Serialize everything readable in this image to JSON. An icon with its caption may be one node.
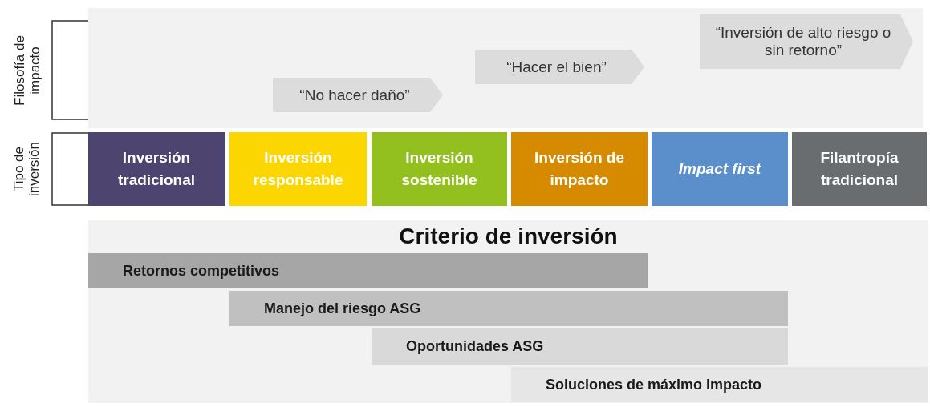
{
  "diagram": {
    "nodes": [
      {
        "text": [],
        "shape": "box"
      },
      {
        "text": [
          "“No hacer daño”"
        ],
        "in": 0
      },
      {
        "text": [
          "“Hacer el bien”"
        ],
        "in": 0
      },
      {
        "text": [
          "“Inversión de alto riesgo o sin retorno”"
        ],
        "in": 0
      },
      {
        "text": [
          "Inversión tradicional"
        ]
      },
      {
        "text": [
          "Inversión responsable"
        ]
      },
      {
        "text": [
          "Inversión sostenible"
        ]
      },
      {
        "text": [
          "Inversión de impacto"
        ]
      },
      {
        "text": [
          "Impact first"
        ]
      },
      {
        "text": [
          "Filantropía tradicional"
        ]
      },
      {
        "text": [
          "Criterio de inversión"
        ]
      },
      {
        "text": [
          "Retornos competitivos"
        ],
        "in": 10
      },
      {
        "text": [
          "Manejo del riesgo ASG"
        ],
        "in": 10
      },
      {
        "text": [
          "Oportunidades ASG"
        ],
        "in": 10
      },
      {
        "text": [
          "Soluciones de máximo impacto"
        ],
        "in": 10
      }
    ],
    "edges": [],
    "labels": [
      "Filosofía de impacto",
      "Tipo de inversión"
    ]
  }
}
